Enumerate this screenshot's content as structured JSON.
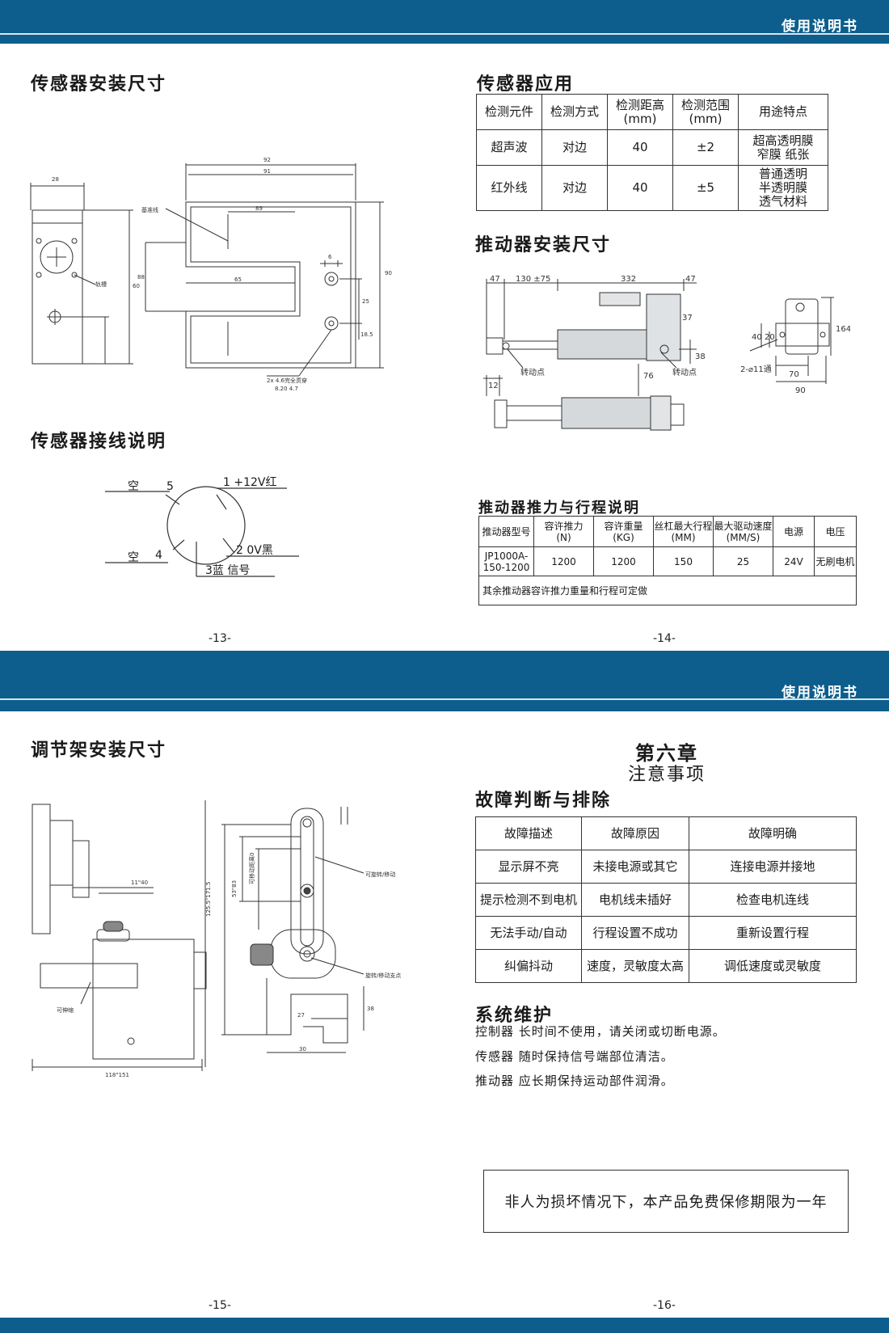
{
  "header_label": "使用说明书",
  "pages": {
    "p13": {
      "install_title": "传感器安装尺寸",
      "wiring_title": "传感器接线说明",
      "page_number": "-13-",
      "drawing_labels": {
        "w28": "28",
        "w92": "92",
        "w91": "91",
        "w89": "89",
        "w65": "65",
        "h90": "90",
        "h60": "60",
        "h88": "88",
        "h25": "25",
        "h18_5": "18.5",
        "d6": "6",
        "ref_line": "基准线",
        "rail": "轨槽",
        "hole_note1": "2x  4.6完全贯穿",
        "hole_note2": "8.20  4.7"
      },
      "wiring": {
        "pin5": "5",
        "pin5_label": "空",
        "pin4": "4",
        "pin4_label": "空",
        "pin1": "1 +12V红",
        "pin2": "2 0V黑",
        "pin3": "3蓝 信号"
      }
    },
    "p14": {
      "app_title": "传感器应用",
      "sensor_table": {
        "headers": [
          "检测元件",
          "检测方式",
          "检测距高\n(mm)",
          "检测范围\n(mm)",
          "用途特点"
        ],
        "rows": [
          [
            "超声波",
            "对边",
            "40",
            "±2",
            "超高透明膜\n窄膜 纸张"
          ],
          [
            "红外线",
            "对边",
            "40",
            "±5",
            "普通透明\n半透明膜\n透气材料"
          ]
        ]
      },
      "actuator_title": "推动器安装尺寸",
      "actuator_labels": {
        "d47a": "47",
        "d130": "130 ±75",
        "d332": "332",
        "d47b": "47",
        "d37": "37",
        "d38": "38",
        "d12": "12",
        "d76": "76",
        "d164": "164",
        "d40": "40",
        "d20": "20",
        "d70": "70",
        "d90": "90",
        "holes": "2-⌀11通",
        "pivot1": "转动点",
        "pivot2": "转动点"
      },
      "thrust_title": "推动器推力与行程说明",
      "thrust_table": {
        "headers": [
          "推动器型号",
          "容许推力\n(N)",
          "容许重量\n(KG)",
          "丝杠最大行程\n(MM)",
          "最大驱动速度\n(MM/S)",
          "电源",
          "电压"
        ],
        "row": [
          "JP1000A-\n150-1200",
          "1200",
          "1200",
          "150",
          "25",
          "24V",
          "无刷电机"
        ],
        "note": "其余推动器容许推力重量和行程可定做"
      },
      "page_number": "-14-"
    },
    "p15": {
      "title": "调节架安装尺寸",
      "labels": {
        "w11_40": "11\"40",
        "h125": "125.5\"171.5",
        "h53": "53\"83",
        "range": "可移动距离0",
        "rotate": "可旋转/移动",
        "pivot": "旋转/移动支点",
        "telescopic": "可伸缩",
        "d118": "118\"151",
        "d27": "27",
        "d30": "30",
        "d38": "38"
      },
      "page_number": "-15-"
    },
    "p16": {
      "chapter": "第六章",
      "chapter_sub": "注意事项",
      "fault_title": "故障判断与排除",
      "fault_table": {
        "headers": [
          "故障描述",
          "故障原因",
          "故障明确"
        ],
        "rows": [
          [
            "显示屏不亮",
            "未接电源或其它",
            "连接电源并接地"
          ],
          [
            "提示检测不到电机",
            "电机线未插好",
            "检查电机连线"
          ],
          [
            "无法手动/自动",
            "行程设置不成功",
            "重新设置行程"
          ],
          [
            "纠偏抖动",
            "速度，灵敏度太高",
            "调低速度或灵敏度"
          ]
        ]
      },
      "maint_title": "系统维护",
      "maintenance": [
        "控制器  长时间不使用，请关闭或切断电源。",
        "传感器  随时保持信号端部位清洁。",
        "推动器  应长期保持运动部件润滑。"
      ],
      "warranty": "非人为损坏情况下，本产品免费保修期限为一年",
      "page_number": "-16-"
    }
  },
  "colors": {
    "band": "#0d5e8c",
    "ink": "#1a1a1a"
  }
}
